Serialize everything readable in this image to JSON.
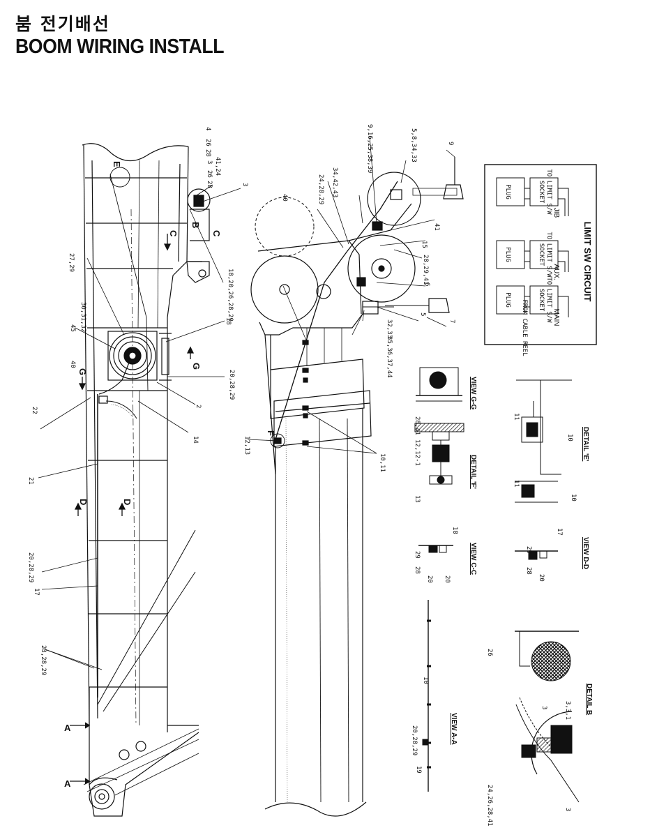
{
  "header": {
    "title_kr": "붐 전기배선",
    "title_en": "BOOM WIRING INSTALL"
  },
  "section_letters": {
    "a1": "A",
    "a2": "A",
    "b": "B",
    "c1": "C",
    "c2": "C",
    "d1": "D",
    "d2": "D",
    "e_top": "E",
    "f": "F",
    "g1": "G",
    "g2": "G"
  },
  "callouts": {
    "c1": "4",
    "c2": "26",
    "c3": "28",
    "c4": "3",
    "c5": "26",
    "c6": "28",
    "c7": "41,24",
    "c8": "3",
    "c9": "27,29",
    "c10": "18,20,26,28,29",
    "c11": "30,31,32",
    "c12": "45",
    "c13": "40",
    "c14": "18",
    "c15": "20,28,29",
    "c16": "2",
    "c17": "14",
    "c18": "22",
    "c19": "21",
    "c20": "20,28,29",
    "c21": "17",
    "c22": "23,28,29",
    "c23": "40",
    "c24": "24,28,29",
    "c25": "34,42,43",
    "c26": "9,16,25,38,39",
    "c27": "5,8,34,33",
    "c28": "9",
    "c29": "41",
    "c30": "15",
    "c31": "28,29,41",
    "c32": "6",
    "c33": "5",
    "c34": "7",
    "c35": "32,33",
    "c36": "35,36,37,44",
    "c37": "12,13",
    "c38": "10,11",
    "c39": "28,41",
    "c40": "12,12-1",
    "c41": "13",
    "c42": "29",
    "c43": "28",
    "c44": "20",
    "c45": "20",
    "c46": "18",
    "c47": "10",
    "c48": "20,28,29",
    "c49": "19",
    "c50": "11",
    "c51": "11",
    "c52": "10",
    "c53": "10",
    "c54": "29",
    "c55": "28",
    "c56": "20",
    "c57": "17",
    "c58": "26",
    "c59": "3,3,1",
    "c60": "24,26,28,41",
    "c61": "3",
    "c62": "3"
  },
  "view_titles": {
    "view_gg": "VIEW G-G",
    "detail_f": "DETAIL 'F'",
    "view_cc": "VIEW C-C",
    "view_aa": "VIEW A-A",
    "detail_e": "DETAIL 'E'",
    "view_dd": "VIEW D-D",
    "detail_b": "DETAIL B"
  },
  "circuit": {
    "title": "LIMIT SW CIRCUIT",
    "columns": [
      {
        "name": "MAIN",
        "top_label": "PLUG",
        "bottom_label": "SOCKET",
        "to_label": "TO LIMIT S/W",
        "from_label": "FROM CABLE REEL"
      },
      {
        "name": "AUX.",
        "top_label": "PLUG",
        "bottom_label": "SOCKET",
        "to_label": "TO LIMIT S/W"
      },
      {
        "name": "JIB",
        "top_label": "PLUG",
        "bottom_label": "SOCKET",
        "to_label": "TO LIMIT S/W"
      }
    ]
  },
  "colors": {
    "ink": "#111111",
    "paper": "#ffffff"
  }
}
